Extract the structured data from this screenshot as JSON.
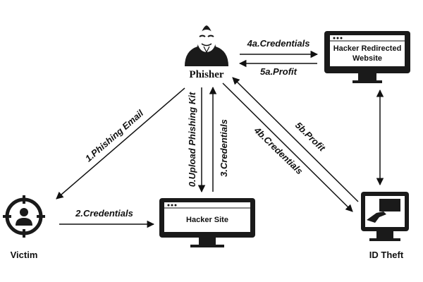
{
  "nodes": {
    "phisher": "Phisher",
    "victim": "Victim",
    "id_theft": "ID Theft",
    "hacker_site": "Hacker Site",
    "redirect_site_line1": "Hacker Redirected",
    "redirect_site_line2": "Website"
  },
  "edges": {
    "e0": "0.Upload Phishing Kit",
    "e1": "1.Phishing Email",
    "e2": "2.Credentials",
    "e3": "3.Credentials",
    "e4a": "4a.Credentials",
    "e4b": "4b.Credentials",
    "e5a": "5a.Profit",
    "e5b": "5b.Profit"
  },
  "colors": {
    "ink": "#111111",
    "screen": "#ffffff"
  },
  "icons": [
    "hacker-icon",
    "victim-target-icon",
    "monitor-icon",
    "id-theft-monitor-icon"
  ]
}
